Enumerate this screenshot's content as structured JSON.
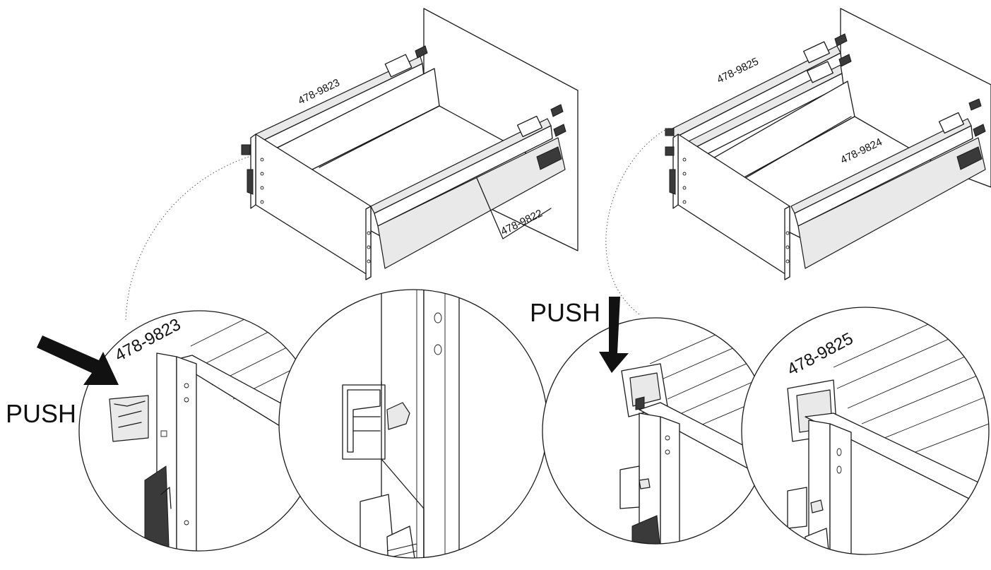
{
  "labels": {
    "part_left_top": "478-9823",
    "part_left_side": "478-9822",
    "part_right_top": "478-9825",
    "part_right_side": "478-9824",
    "detail_left": "478-9823",
    "detail_right": "478-9825",
    "push_left": "PUSH",
    "push_right": "PUSH"
  }
}
